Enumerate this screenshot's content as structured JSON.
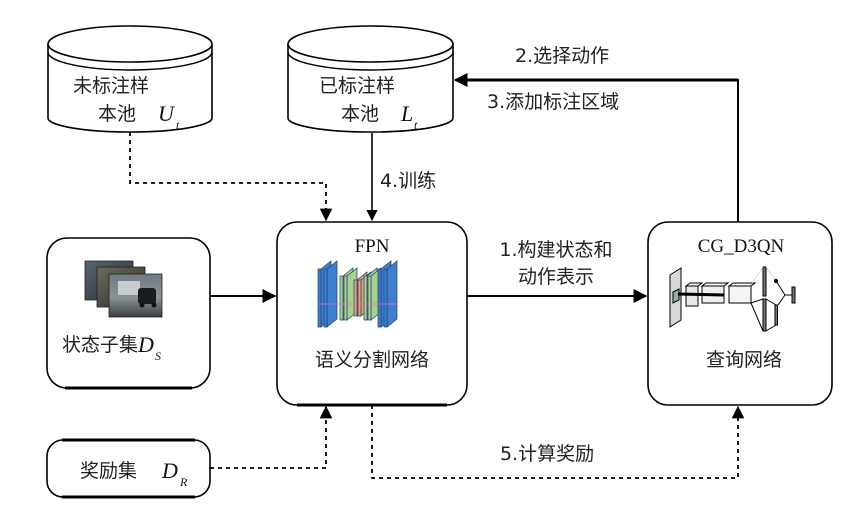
{
  "nodes": {
    "unlabeled_pool": {
      "line1": "未标注样",
      "line2": "本池",
      "symbol": "U",
      "subscript": "t"
    },
    "labeled_pool": {
      "line1": "已标注样",
      "line2": "本池",
      "symbol": "L",
      "subscript": "t"
    },
    "state_subset": {
      "label": "状态子集",
      "symbol": "D",
      "subscript": "S"
    },
    "reward_set": {
      "label": "奖励集",
      "symbol": "D",
      "subscript": "R"
    },
    "fpn": {
      "title": "FPN",
      "caption": "语义分割网络"
    },
    "query_net": {
      "title": "CG_D3QN",
      "caption": "查询网络"
    }
  },
  "edges": {
    "build_state": {
      "line1": "1.构建状态和",
      "line2": "动作表示"
    },
    "select_action": {
      "label": "2.选择动作"
    },
    "add_region": {
      "label": "3.添加标注区域"
    },
    "train": {
      "label": "4.训练"
    },
    "compute_reward": {
      "label": "5.计算奖励"
    }
  },
  "colors": {
    "line": "#000000",
    "fpn_blue": "#3f7fd0",
    "fpn_green": "#a9d18e",
    "fpn_orange": "#e8a070",
    "fpn_midline": "#e070c0"
  }
}
